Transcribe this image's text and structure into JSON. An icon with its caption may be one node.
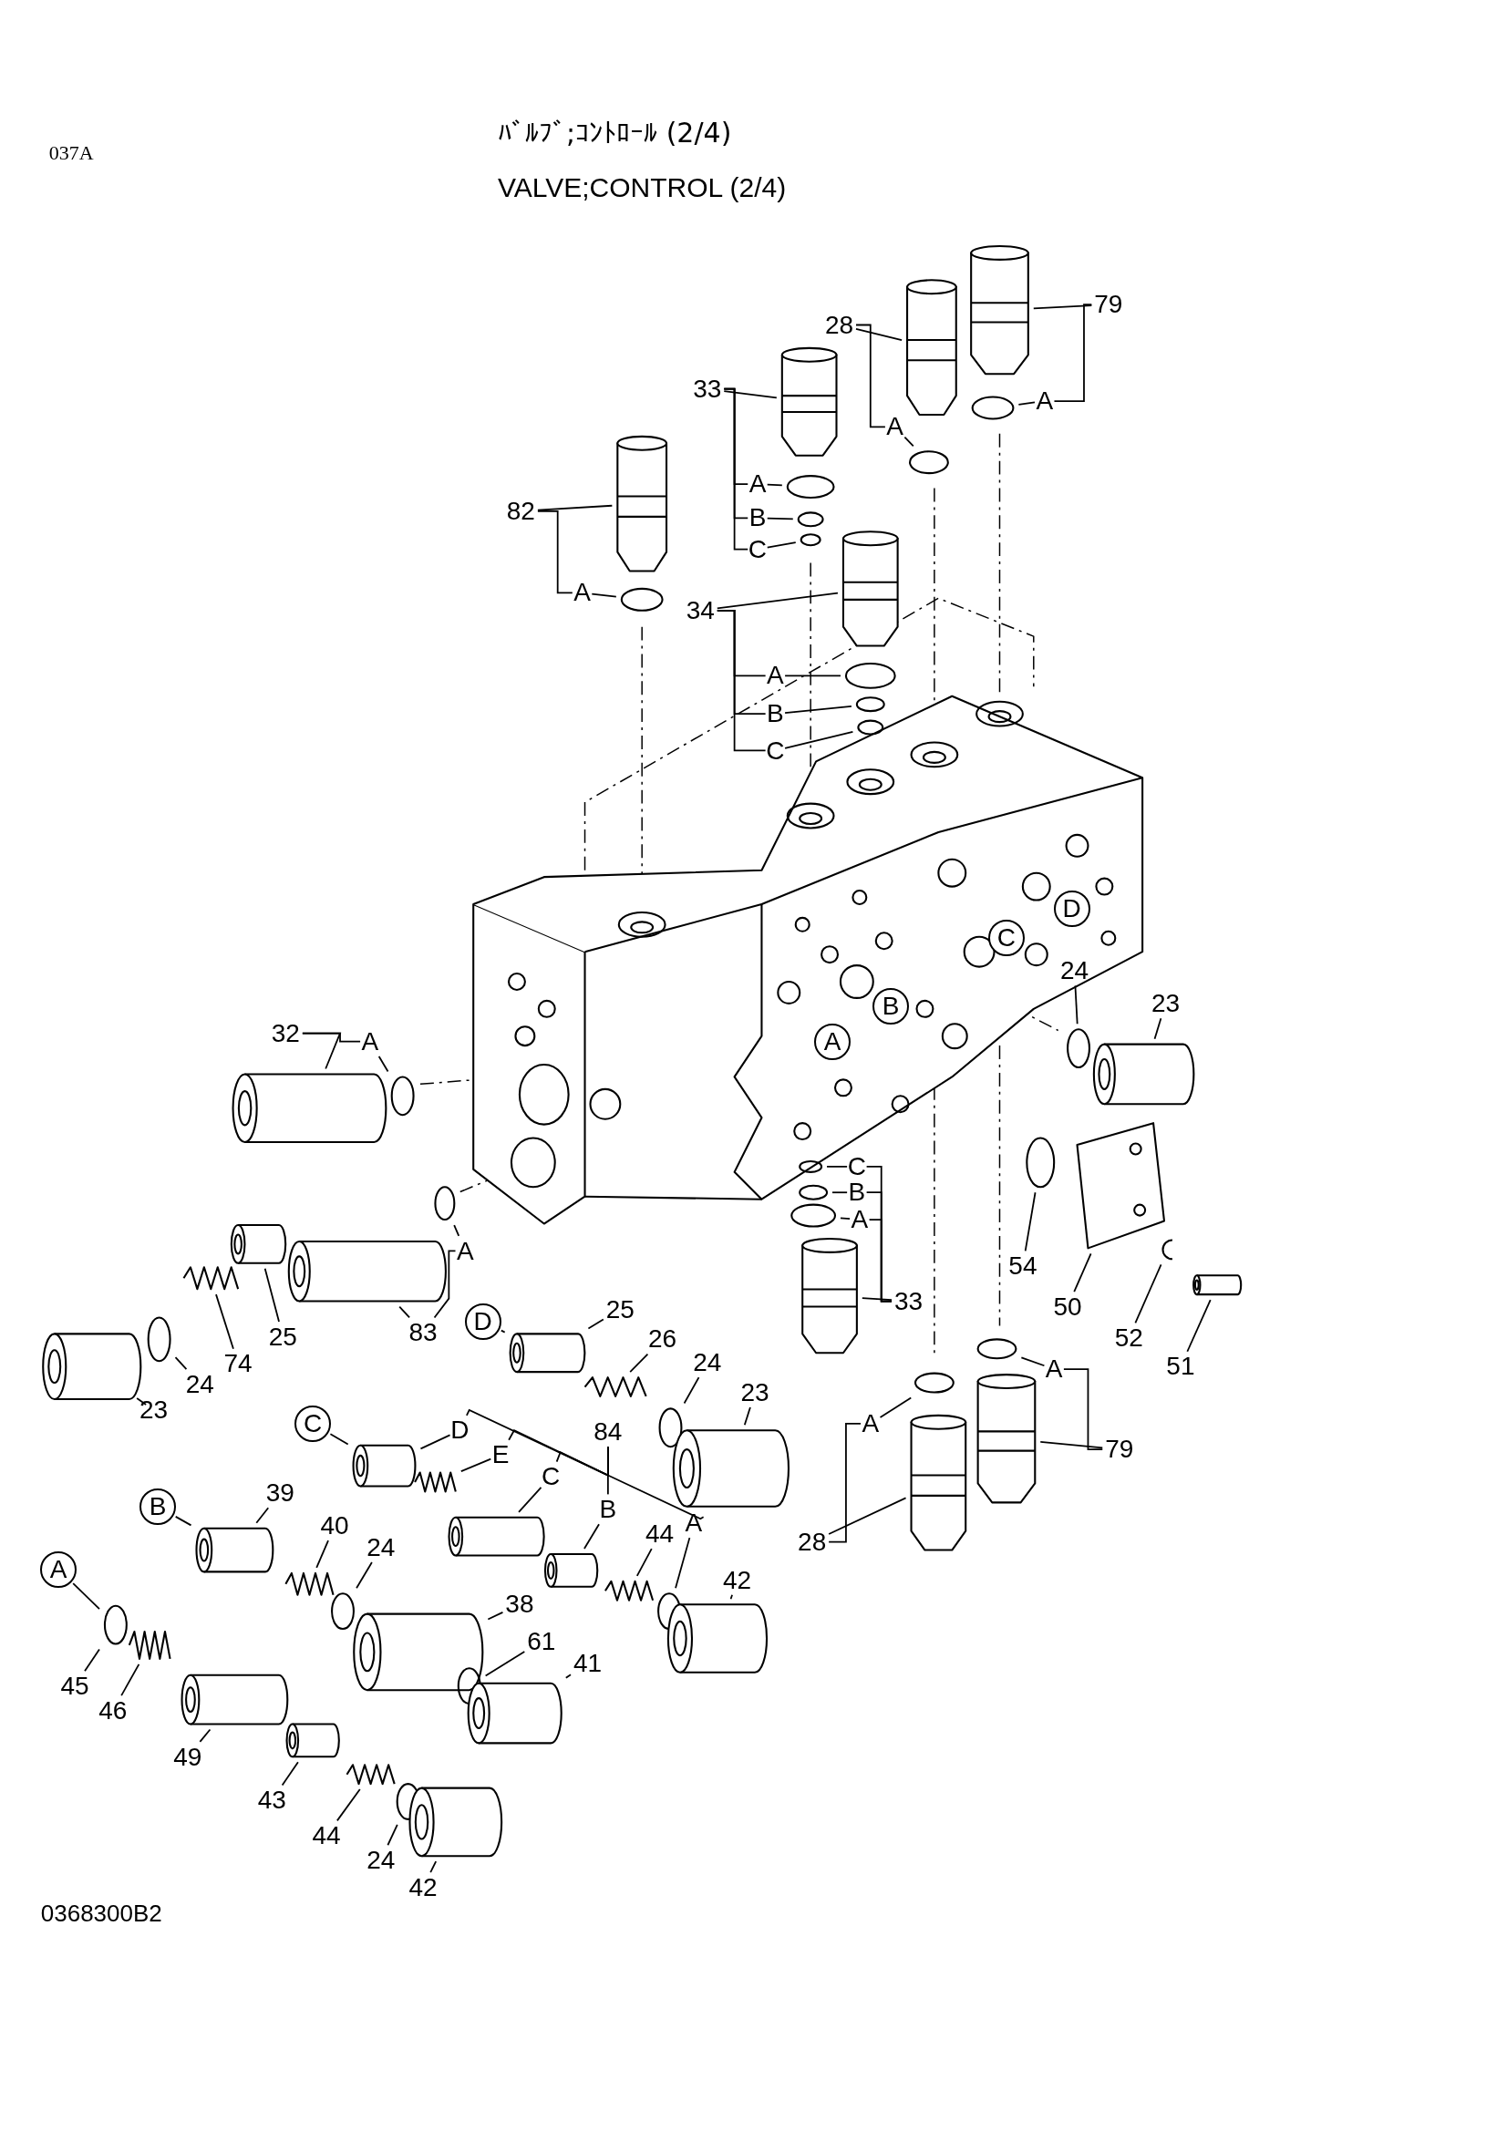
{
  "diagram": {
    "title": "ﾊﾞﾙﾌﾞ;ｺﾝﾄﾛｰﾙ (2/4)",
    "nodes": [
      {
        "text": [
          "79"
        ]
      },
      {
        "text": [
          "A"
        ]
      },
      {
        "text": [
          "28"
        ]
      },
      {
        "text": [
          "A"
        ]
      },
      {
        "text": [
          "33"
        ]
      },
      {
        "text": [
          "A"
        ]
      },
      {
        "text": [
          "B"
        ]
      },
      {
        "text": [
          "C"
        ]
      },
      {
        "text": [
          "82"
        ]
      },
      {
        "text": [
          "A"
        ]
      },
      {
        "text": [
          "34"
        ]
      },
      {
        "text": [
          "A"
        ]
      },
      {
        "text": [
          "B"
        ]
      },
      {
        "text": [
          "C"
        ]
      },
      {
        "text": [
          "D"
        ]
      },
      {
        "text": [
          "C"
        ]
      },
      {
        "text": [
          "B"
        ]
      },
      {
        "text": [
          "A"
        ]
      },
      {
        "text": [
          "24"
        ]
      },
      {
        "text": [
          "23"
        ]
      },
      {
        "text": [
          "32"
        ]
      },
      {
        "text": [
          "A"
        ]
      },
      {
        "text": [
          "C"
        ]
      },
      {
        "text": [
          "B"
        ]
      },
      {
        "text": [
          "A"
        ]
      },
      {
        "text": [
          "54"
        ]
      },
      {
        "text": [
          "33"
        ]
      },
      {
        "text": [
          "50"
        ]
      },
      {
        "text": [
          "52"
        ]
      },
      {
        "text": [
          "51"
        ]
      },
      {
        "text": [
          "A"
        ]
      },
      {
        "text": [
          "83"
        ]
      },
      {
        "text": [
          "25"
        ]
      },
      {
        "text": [
          "74"
        ]
      },
      {
        "text": [
          "24"
        ]
      },
      {
        "text": [
          "23"
        ]
      },
      {
        "text": [
          "D"
        ]
      },
      {
        "text": [
          "25"
        ]
      },
      {
        "text": [
          "26"
        ]
      },
      {
        "text": [
          "24"
        ]
      },
      {
        "text": [
          "23"
        ]
      },
      {
        "text": [
          "A"
        ]
      },
      {
        "text": [
          "79"
        ]
      },
      {
        "text": [
          "A"
        ]
      },
      {
        "text": [
          "28"
        ]
      },
      {
        "text": [
          "C"
        ]
      },
      {
        "text": [
          "D"
        ]
      },
      {
        "text": [
          "84"
        ]
      },
      {
        "text": [
          "E"
        ]
      },
      {
        "text": [
          "C"
        ]
      },
      {
        "text": [
          "B"
        ]
      },
      {
        "text": [
          "A"
        ]
      },
      {
        "text": [
          "B"
        ]
      },
      {
        "text": [
          "39"
        ]
      },
      {
        "text": [
          "40"
        ]
      },
      {
        "text": [
          "24"
        ]
      },
      {
        "text": [
          "44"
        ]
      },
      {
        "text": [
          "42"
        ]
      },
      {
        "text": [
          "A"
        ]
      },
      {
        "text": [
          "38"
        ]
      },
      {
        "text": [
          "61"
        ]
      },
      {
        "text": [
          "41"
        ]
      },
      {
        "text": [
          "45"
        ]
      },
      {
        "text": [
          "46"
        ]
      },
      {
        "text": [
          "49"
        ]
      },
      {
        "text": [
          "43"
        ]
      },
      {
        "text": [
          "44"
        ]
      },
      {
        "text": [
          "24"
        ]
      },
      {
        "text": [
          "42"
        ]
      },
      {
        "text": [],
        "shape": "cylinder"
      },
      {
        "text": [],
        "shape": "circle"
      },
      {
        "text": [],
        "shape": "cylinder"
      },
      {
        "text": [],
        "shape": "circle"
      },
      {
        "text": [],
        "shape": "cylinder"
      },
      {
        "text": [],
        "shape": "circle"
      },
      {
        "text": [],
        "shape": "circle"
      },
      {
        "text": [],
        "shape": "circle"
      },
      {
        "text": [],
        "shape": "cylinder"
      },
      {
        "text": [],
        "shape": "circle"
      },
      {
        "text": [],
        "shape": "cylinder"
      },
      {
        "text": [],
        "shape": "circle"
      },
      {
        "text": [],
        "shape": "circle"
      },
      {
        "text": [],
        "shape": "circle"
      },
      {
        "text": [],
        "shape": "circle"
      },
      {
        "text": [],
        "shape": "cylinder"
      },
      {
        "text": [],
        "shape": "cylinder"
      },
      {
        "text": [],
        "shape": "circle"
      },
      {
        "text": [],
        "shape": "circle"
      },
      {
        "text": [],
        "shape": "circle"
      },
      {
        "text": [],
        "shape": "circle"
      },
      {
        "text": [],
        "shape": "cylinder"
      },
      {
        "text": [],
        "shape": "circle"
      },
      {
        "text": [],
        "shape": "picture"
      },
      {
        "text": [],
        "shape": "picture"
      },
      {
        "text": [],
        "shape": "cylinder"
      },
      {
        "text": [],
        "shape": "circle"
      },
      {
        "text": [],
        "shape": "cylinder"
      },
      {
        "text": [],
        "shape": "cylinder"
      },
      {
        "text": [],
        "shape": "picture"
      },
      {
        "text": [],
        "shape": "circle"
      },
      {
        "text": [],
        "shape": "cylinder"
      },
      {
        "text": [],
        "shape": "cylinder"
      },
      {
        "text": [],
        "shape": "picture"
      },
      {
        "text": [],
        "shape": "circle"
      },
      {
        "text": [],
        "shape": "cylinder"
      },
      {
        "text": [],
        "shape": "circle"
      },
      {
        "text": [],
        "shape": "cylinder"
      },
      {
        "text": [],
        "shape": "circle"
      },
      {
        "text": [],
        "shape": "cylinder"
      },
      {
        "text": [],
        "shape": "cylinder"
      },
      {
        "text": [],
        "shape": "picture"
      },
      {
        "text": [],
        "shape": "cylinder"
      },
      {
        "text": [],
        "shape": "cylinder"
      },
      {
        "text": [],
        "shape": "circle"
      },
      {
        "text": [],
        "shape": "picture"
      },
      {
        "text": [],
        "shape": "cylinder"
      },
      {
        "text": [],
        "shape": "cylinder"
      },
      {
        "text": [],
        "shape": "picture"
      },
      {
        "text": [],
        "shape": "circle"
      },
      {
        "text": [],
        "shape": "circle"
      },
      {
        "text": [],
        "shape": "cylinder"
      },
      {
        "text": [],
        "shape": "circle"
      },
      {
        "text": [],
        "shape": "cylinder"
      },
      {
        "text": [],
        "shape": "picture"
      },
      {
        "text": [],
        "shape": "cylinder"
      },
      {
        "text": [],
        "shape": "cylinder"
      },
      {
        "text": [],
        "shape": "picture"
      },
      {
        "text": [],
        "shape": "circle"
      },
      {
        "text": [],
        "shape": "cylinder"
      }
    ],
    "edges": [
      {
        "from": 0,
        "to": 69,
        "arrow": "none"
      },
      {
        "from": 0,
        "to": 1,
        "arrow": "none"
      },
      {
        "from": 1,
        "to": 70,
        "arrow": "none"
      },
      {
        "from": 2,
        "to": 71,
        "arrow": "none"
      },
      {
        "from": 2,
        "to": 3,
        "arrow": "none"
      },
      {
        "from": 3,
        "to": 72,
        "arrow": "none"
      },
      {
        "from": 4,
        "to": 73,
        "arrow": "none"
      },
      {
        "from": 4,
        "to": 5,
        "arrow": "none"
      },
      {
        "from": 4,
        "to": 6,
        "arrow": "none"
      },
      {
        "from": 4,
        "to": 7,
        "arrow": "none"
      },
      {
        "from": 5,
        "to": 74,
        "arrow": "none"
      },
      {
        "from": 6,
        "to": 75,
        "arrow": "none"
      },
      {
        "from": 7,
        "to": 76,
        "arrow": "none"
      },
      {
        "from": 8,
        "to": 77,
        "arrow": "none"
      },
      {
        "from": 8,
        "to": 9,
        "arrow": "none"
      },
      {
        "from": 9,
        "to": 78,
        "arrow": "none"
      },
      {
        "from": 10,
        "to": 79,
        "arrow": "none"
      },
      {
        "from": 10,
        "to": 11,
        "arrow": "none"
      },
      {
        "from": 10,
        "to": 12,
        "arrow": "none"
      },
      {
        "from": 10,
        "to": 13,
        "arrow": "none"
      },
      {
        "from": 11,
        "to": 80,
        "arrow": "none"
      },
      {
        "from": 12,
        "to": 81,
        "arrow": "none"
      },
      {
        "from": 13,
        "to": 82,
        "arrow": "none"
      },
      {
        "from": 18,
        "to": 83,
        "arrow": "none"
      },
      {
        "from": 19,
        "to": 84,
        "arrow": "none"
      },
      {
        "from": 20,
        "to": 85,
        "arrow": "none"
      },
      {
        "from": 20,
        "to": 21,
        "arrow": "none"
      },
      {
        "from": 21,
        "to": 86,
        "arrow": "none"
      },
      {
        "from": 22,
        "to": 87,
        "arrow": "none"
      },
      {
        "from": 23,
        "to": 88,
        "arrow": "none"
      },
      {
        "from": 24,
        "to": 89,
        "arrow": "none"
      },
      {
        "from": 26,
        "to": 22,
        "arrow": "none"
      },
      {
        "from": 26,
        "to": 23,
        "arrow": "none"
      },
      {
        "from": 26,
        "to": 24,
        "arrow": "none"
      },
      {
        "from": 26,
        "to": 90,
        "arrow": "none"
      },
      {
        "from": 25,
        "to": 91,
        "arrow": "none"
      },
      {
        "from": 27,
        "to": 92,
        "arrow": "none"
      },
      {
        "from": 28,
        "to": 93,
        "arrow": "none"
      },
      {
        "from": 29,
        "to": 94,
        "arrow": "none"
      },
      {
        "from": 30,
        "to": 95,
        "arrow": "none"
      },
      {
        "from": 31,
        "to": 30,
        "arrow": "none"
      },
      {
        "from": 31,
        "to": 96,
        "arrow": "none"
      },
      {
        "from": 32,
        "to": 97,
        "arrow": "none"
      },
      {
        "from": 33,
        "to": 98,
        "arrow": "none"
      },
      {
        "from": 34,
        "to": 99,
        "arrow": "none"
      },
      {
        "from": 35,
        "to": 100,
        "arrow": "none"
      },
      {
        "from": 36,
        "to": 101,
        "arrow": "none"
      },
      {
        "from": 37,
        "to": 101,
        "arrow": "none"
      },
      {
        "from": 38,
        "to": 102,
        "arrow": "none"
      },
      {
        "from": 39,
        "to": 103,
        "arrow": "none"
      },
      {
        "from": 40,
        "to": 104,
        "arrow": "none"
      },
      {
        "from": 41,
        "to": 105,
        "arrow": "none"
      },
      {
        "from": 42,
        "to": 41,
        "arrow": "none"
      },
      {
        "from": 42,
        "to": 106,
        "arrow": "none"
      },
      {
        "from": 43,
        "to": 107,
        "arrow": "none"
      },
      {
        "from": 44,
        "to": 43,
        "arrow": "none"
      },
      {
        "from": 44,
        "to": 108,
        "arrow": "none"
      },
      {
        "from": 45,
        "to": 109,
        "arrow": "none"
      },
      {
        "from": 46,
        "to": 109,
        "arrow": "none"
      },
      {
        "from": 47,
        "to": 46,
        "arrow": "none"
      },
      {
        "from": 47,
        "to": 48,
        "arrow": "none"
      },
      {
        "from": 47,
        "to": 49,
        "arrow": "none"
      },
      {
        "from": 47,
        "to": 50,
        "arrow": "none"
      },
      {
        "from": 47,
        "to": 51,
        "arrow": "none"
      },
      {
        "from": 48,
        "to": 110,
        "arrow": "none"
      },
      {
        "from": 49,
        "to": 111,
        "arrow": "none"
      },
      {
        "from": 50,
        "to": 112,
        "arrow": "none"
      },
      {
        "from": 51,
        "to": 113,
        "arrow": "none"
      },
      {
        "from": 52,
        "to": 116,
        "arrow": "none"
      },
      {
        "from": 53,
        "to": 116,
        "arrow": "none"
      },
      {
        "from": 54,
        "to": 117,
        "arrow": "none"
      },
      {
        "from": 55,
        "to": 118,
        "arrow": "none"
      },
      {
        "from": 56,
        "to": 114,
        "arrow": "none"
      },
      {
        "from": 57,
        "to": 115,
        "arrow": "none"
      },
      {
        "from": 58,
        "to": 119,
        "arrow": "none"
      },
      {
        "from": 59,
        "to": 120,
        "arrow": "none"
      },
      {
        "from": 60,
        "to": 121,
        "arrow": "none"
      },
      {
        "from": 61,
        "to": 122,
        "arrow": "none"
      },
      {
        "from": 62,
        "to": 119,
        "arrow": "none"
      },
      {
        "from": 63,
        "to": 123,
        "arrow": "none"
      },
      {
        "from": 64,
        "to": 124,
        "arrow": "none"
      },
      {
        "from": 65,
        "to": 125,
        "arrow": "none"
      },
      {
        "from": 66,
        "to": 126,
        "arrow": "none"
      },
      {
        "from": 67,
        "to": 127,
        "arrow": "none"
      },
      {
        "from": 68,
        "to": 128,
        "arrow": "none"
      }
    ],
    "labels": [
      "037A",
      "VALVE;CONTROL (2/4)",
      "0368300B2"
    ]
  }
}
